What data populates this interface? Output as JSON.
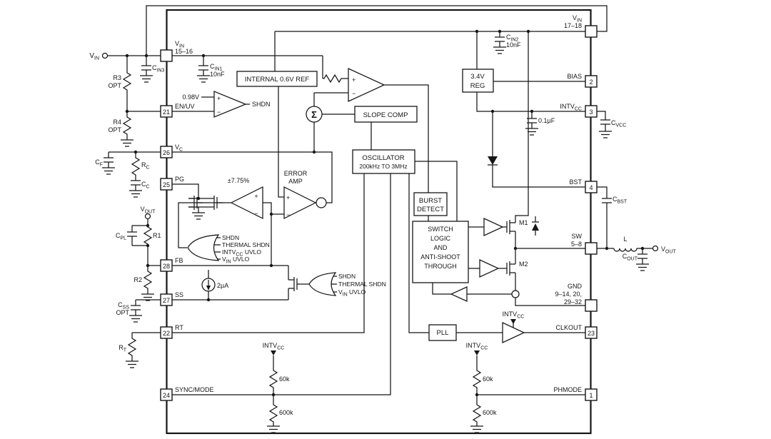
{
  "labels": {
    "vin": {
      "m": "V",
      "s": "IN"
    },
    "vout": {
      "m": "V",
      "s": "OUT"
    },
    "intvcc": {
      "m": "INTV",
      "s": "CC"
    },
    "vc": {
      "m": "V",
      "s": "C"
    },
    "cin1": {
      "m": "C",
      "s": "IN1"
    },
    "cin2": {
      "m": "C",
      "s": "IN2"
    },
    "cin3": {
      "m": "C",
      "s": "IN3"
    },
    "cf": {
      "m": "C",
      "s": "F"
    },
    "rc": {
      "m": "R",
      "s": "C"
    },
    "ccap": {
      "m": "C",
      "s": "C"
    },
    "cpl": {
      "m": "C",
      "s": "PL"
    },
    "css": {
      "m": "C",
      "s": "SS"
    },
    "rtext": {
      "m": "R",
      "s": "T"
    },
    "cvcc": {
      "m": "C",
      "s": "VCC"
    },
    "cbst": {
      "m": "C",
      "s": "BST"
    },
    "cout": {
      "m": "C",
      "s": "OUT"
    },
    "n10nF": "10nF",
    "n01uF": "0.1µF",
    "r1": "R1",
    "r2": "R2",
    "r3": "R3",
    "r4": "R4",
    "opt": "OPT",
    "r60k": "60k",
    "r600k": "600k",
    "lind": "L",
    "v098": "0.98V",
    "shdn": "SHDN",
    "thermal": "THERMAL SHDN",
    "intvccUvlo": {
      "m": "INTV",
      "s": "CC",
      "t": " UVLO"
    },
    "vinUvlo": {
      "m": "V",
      "s": "IN",
      "t": " UVLO"
    },
    "tol": "±7.75%",
    "iss": "2µA",
    "m1": "M1",
    "m2": "M2",
    "sigma": "Σ",
    "plus": "+",
    "minus": "−"
  },
  "blocks": {
    "ref": "INTERNAL 0.6V REF",
    "slope": "SLOPE COMP",
    "osc1": "OSCILLATOR",
    "osc2": "200kHz TO 3MHz",
    "burst1": "BURST",
    "burst2": "DETECT",
    "logic1": "SWITCH",
    "logic2": "LOGIC",
    "logic3": "AND",
    "logic4": "ANTI-SHOOT",
    "logic5": "THROUGH",
    "reg1": "3.4V",
    "reg2": "REG",
    "pll": "PLL",
    "err1": "ERROR",
    "err2": "AMP"
  },
  "pins": {
    "vin_left": {
      "range": "15–16"
    },
    "vin_right": {
      "range": "17–18"
    },
    "en": {
      "num": "21",
      "label": "EN/UV"
    },
    "vc": {
      "num": "26"
    },
    "pg": {
      "num": "25",
      "label": "PG"
    },
    "fb": {
      "num": "28",
      "label": "FB"
    },
    "ss": {
      "num": "27",
      "label": "SS"
    },
    "rt": {
      "num": "22",
      "label": "RT"
    },
    "sync": {
      "num": "24",
      "label": "SYNC/MODE"
    },
    "bias": {
      "num": "2",
      "label": "BIAS"
    },
    "intvcc": {
      "num": "3"
    },
    "bst": {
      "num": "4",
      "label": "BST"
    },
    "sw": {
      "label": "SW",
      "range": "5–8"
    },
    "gnd": {
      "label": "GND",
      "range1": "9–14, 20,",
      "range2": "29–32"
    },
    "clkout": {
      "num": "23",
      "label": "CLKOUT"
    },
    "phmode": {
      "num": "1",
      "label": "PHMODE"
    }
  }
}
